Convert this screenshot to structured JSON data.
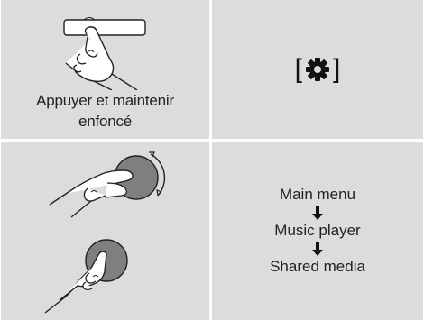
{
  "cells": {
    "press_hold": {
      "caption_line1": "Appuyer et maintenir",
      "caption_line2": "enfoncé",
      "icon": "hand-pressing-button"
    },
    "settings": {
      "open_bracket": "[",
      "close_bracket": "]",
      "icon": "gear-icon"
    },
    "knob": {
      "icon_top": "hand-turning-knob",
      "icon_bottom": "hand-pressing-knob"
    },
    "menu_path": {
      "items": [
        "Main menu",
        "Music player",
        "Shared media"
      ],
      "arrow_icon": "arrow-down-icon"
    }
  },
  "colors": {
    "cell_bg": "#dcdcdc",
    "knob": "#7f7f7f",
    "text": "#222222"
  }
}
